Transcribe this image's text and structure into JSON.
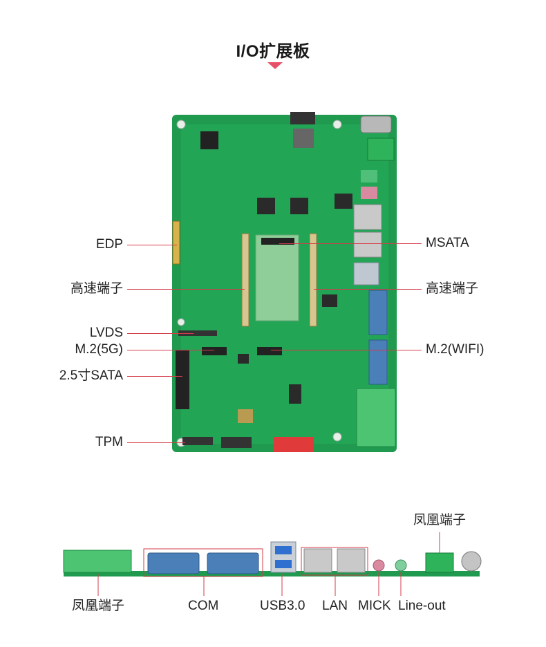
{
  "title": "I/O扩展板",
  "colors": {
    "accent": "#e8506a",
    "leader": "#d43b48",
    "pcb": "#1f9a4f",
    "pcb_dark": "#147a3b"
  },
  "board_labels": {
    "left": {
      "edp": "EDP",
      "highspeed": "高速端子",
      "lvds": "LVDS",
      "m2_5g": "M.2(5G)",
      "sata": "2.5寸SATA",
      "tpm": "TPM"
    },
    "right": {
      "msata": "MSATA",
      "highspeed": "高速端子",
      "m2_wifi": "M.2(WIFI)"
    }
  },
  "io_labels": {
    "phoenix_left": "凤凰端子",
    "com": "COM",
    "usb": "USB3.0",
    "lan": "LAN",
    "mick": "MICK",
    "lineout": "Line-out",
    "phoenix_right": "凤凰端子"
  }
}
